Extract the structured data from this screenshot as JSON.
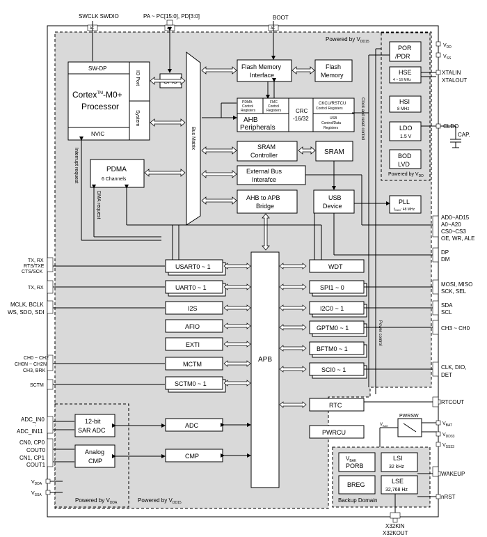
{
  "top": {
    "swclk": "SWCLK SWDIO",
    "pa": "PA ~ PC[15:0], PD[3:0]",
    "boot": "BOOT",
    "af": "AF"
  },
  "domains": {
    "vdd15_top": "Powered by V",
    "vdd15_top_sub": "DD15",
    "vdd_right": "Powered by V",
    "vdd_right_sub": "DD",
    "vdda": "Powered by V",
    "vdda_sub": "DDA",
    "vdd15_bottom": "Powered by V",
    "vdd15_bottom_sub": "DD15",
    "backup": "Backup Domain"
  },
  "cpu": {
    "swdp": "SW-DP",
    "name1": "Cortex",
    "tm": "TM",
    "name2": "-M0+",
    "name3": "Processor",
    "nvic": "NVIC",
    "ioport": "IO Port",
    "system": "System"
  },
  "blocks": {
    "gpio": "GPIO",
    "bus_matrix": "Bus Matrix",
    "flash_if1": "Flash Memory",
    "flash_if2": "Interface",
    "flash_mem1": "Flash",
    "flash_mem2": "Memory",
    "pdma_reg1": "PDMA",
    "pdma_reg2": "Control",
    "pdma_reg3": "Registers",
    "fmc_reg1": "FMC",
    "fmc_reg2": "Control",
    "fmc_reg3": "Registers",
    "crc1": "CRC",
    "crc2": "-16/32",
    "ckcu1": "CKCU/RSTCU",
    "ckcu2": "Control Registers",
    "ahb1": "AHB",
    "ahb2": "Peripherals",
    "usb_reg1": "USB",
    "usb_reg2": "Control/Data",
    "usb_reg3": "Registers",
    "sram_ctrl1": "SRAM",
    "sram_ctrl2": "Controller",
    "sram": "SRAM",
    "pdma1": "PDMA",
    "pdma2": "6 Channels",
    "ebi1": "External Bus",
    "ebi2": "Interafce",
    "ahb_apb1": "AHB to APB",
    "ahb_apb2": "Bridge",
    "usb_dev1": "USB",
    "usb_dev2": "Device",
    "por1": "POR",
    "por2": "/PDR",
    "hse1": "HSE",
    "hse2": "4 ~ 16 MHz",
    "hsi1": "HSI",
    "hsi2": "8 MHz",
    "ldo1": "LDO",
    "ldo2": "1.5 V",
    "bod1": "BOD",
    "bod2": "LVD",
    "pll1": "PLL",
    "pll2a": "f",
    "pll2b": "MAX",
    "pll2c": ": 48 MHz",
    "apb": "APB",
    "usart": "USART0 ~ 1",
    "uart": "UART0 ~ 1",
    "i2s": "I2S",
    "afio": "AFIO",
    "exti": "EXTI",
    "mctm": "MCTM",
    "sctm": "SCTM0 ~ 1",
    "adc": "ADC",
    "cmp": "CMP",
    "wdt": "WDT",
    "spi": "SPI1 ~ 0",
    "i2c": "I2C0 ~ 1",
    "gptm": "GPTM0 ~ 1",
    "bftm": "BFTM0 ~ 1",
    "sci": "SCI0 ~ 1",
    "rtc": "RTC",
    "pwrcu": "PWRCU",
    "sar1": "12-bit",
    "sar2": "SAR ADC",
    "acmp1": "Analog",
    "acmp2": "CMP",
    "vbak_porb1": "V",
    "vbak_porb1sub": "BAK",
    "vbak_porb2": "PORB",
    "lsi1": "LSI",
    "lsi2": "32 kHz",
    "breg": "BREG",
    "lse1": "LSE",
    "lse2": "32,768 Hz",
    "pwrsw": "PWRSW",
    "pwrsw_vbak": "V",
    "pwrsw_vbak_sub": "BAK"
  },
  "vertical_labels": {
    "irq": "Interrupt request",
    "dma": "DMA request",
    "clock_reset": "Clock and reset control",
    "power": "Power control"
  },
  "pins_right": {
    "vdd": "V",
    "vdd_sub": "DD",
    "vss": "V",
    "vss_sub": "SS",
    "xtalin": "XTALIN",
    "xtalout": "XTALOUT",
    "cldo": "CLDO",
    "cap": "CAP.",
    "addr1": "AD0~AD15",
    "addr2": "A0~A20",
    "addr3": "CS0~CS3",
    "addr4": "OE, WR, ALE",
    "dp": "DP",
    "dm": "DM",
    "spi1": "MOSI, MISO",
    "spi2": "SCK, SEL",
    "sda": "SDA",
    "scl": "SCL",
    "ch": "CH3 ~ CH0",
    "sci1": "CLK, DIO,",
    "sci2": "DET",
    "rtcout": "RTCOUT",
    "vbat": "V",
    "vbat_sub": "BAT",
    "vdd33": "V",
    "vdd33_sub": "DD33",
    "vss33": "V",
    "vss33_sub": "SS33",
    "wakeup": "WAKEUP",
    "nrst": "nRST",
    "x32_1": "X32KIN",
    "x32_2": "X32KOUT"
  },
  "pins_left": {
    "usart1": "TX, RX",
    "usart2": "RTS/TXE",
    "usart3": "CTS/SCK",
    "uart": "TX, RX",
    "i2s1": "MCLK, BCLK",
    "i2s2": "WS, SDO, SDI",
    "mctm1": "CH0 ~ CH2",
    "mctm2": "CH0N ~ CH2N",
    "mctm3": "CH3, BRK",
    "sctm": "SCTM",
    "adc1": "ADC_IN0",
    "adc_dots": ":",
    "adc2": "ADC_IN11",
    "cmp1": "CN0, CP0",
    "cmp2": "COUT0",
    "cmp3": "CN1, CP1",
    "cmp4": "COUT1",
    "vdda": "V",
    "vdda_sub": "DDA",
    "vssa": "V",
    "vssa_sub": "SSA"
  }
}
